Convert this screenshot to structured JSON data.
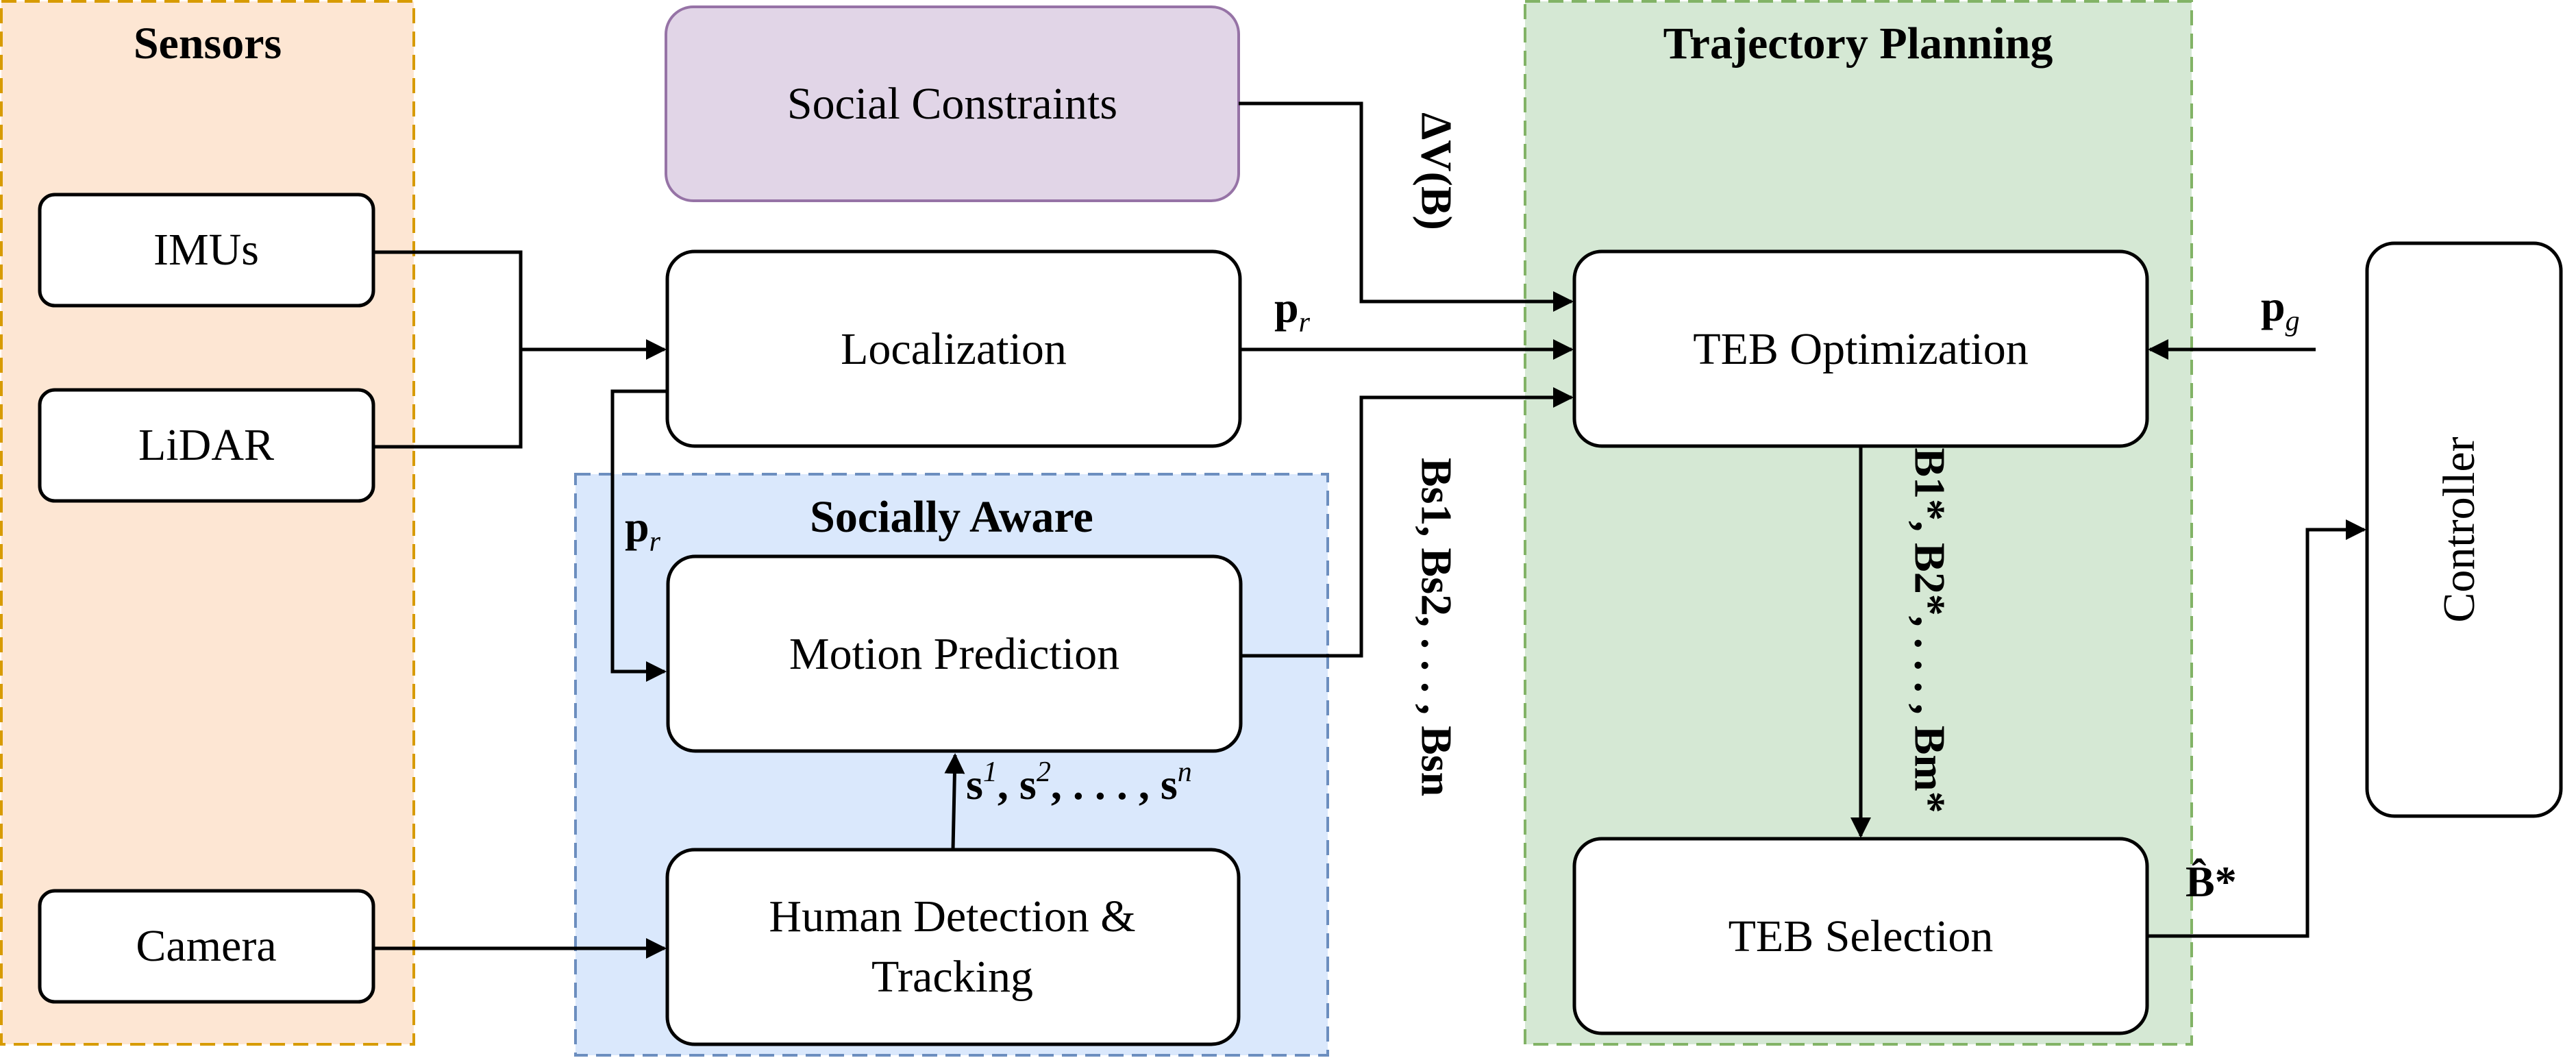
{
  "groups": {
    "sensors": "Sensors",
    "socially_aware": "Socially Aware",
    "trajectory_planning": "Trajectory Planning"
  },
  "boxes": {
    "imus": "IMUs",
    "lidar": "LiDAR",
    "camera": "Camera",
    "social_constraints": "Social Constraints",
    "localization": "Localization",
    "motion_prediction": "Motion Prediction",
    "human_detection_line1": "Human Detection &",
    "human_detection_line2": "Tracking",
    "teb_optimization": "TEB Optimization",
    "teb_selection": "TEB Selection",
    "controller": "Controller"
  },
  "labels": {
    "delta_v": "ΔV(B)",
    "p_r_top": "pr",
    "p_r_left": "pr",
    "p_g": "pg",
    "b_s_list": "Bs1, Bs2, . . . , Bsn",
    "s_list": "s1, s2, . . . , sn",
    "b_star_list": "B1*, B2*, . . . , Bm*",
    "b_hat_star": "B̂*"
  },
  "colors": {
    "sensors_fill": "#fde6d3",
    "sensors_border": "#d79b00",
    "socially_fill": "#dae8fc",
    "socially_border": "#6c8ebf",
    "trajectory_fill": "#d5e8d4",
    "trajectory_border": "#82b366",
    "social_constraints_fill": "#e1d5e7",
    "social_constraints_border": "#9673a6"
  }
}
